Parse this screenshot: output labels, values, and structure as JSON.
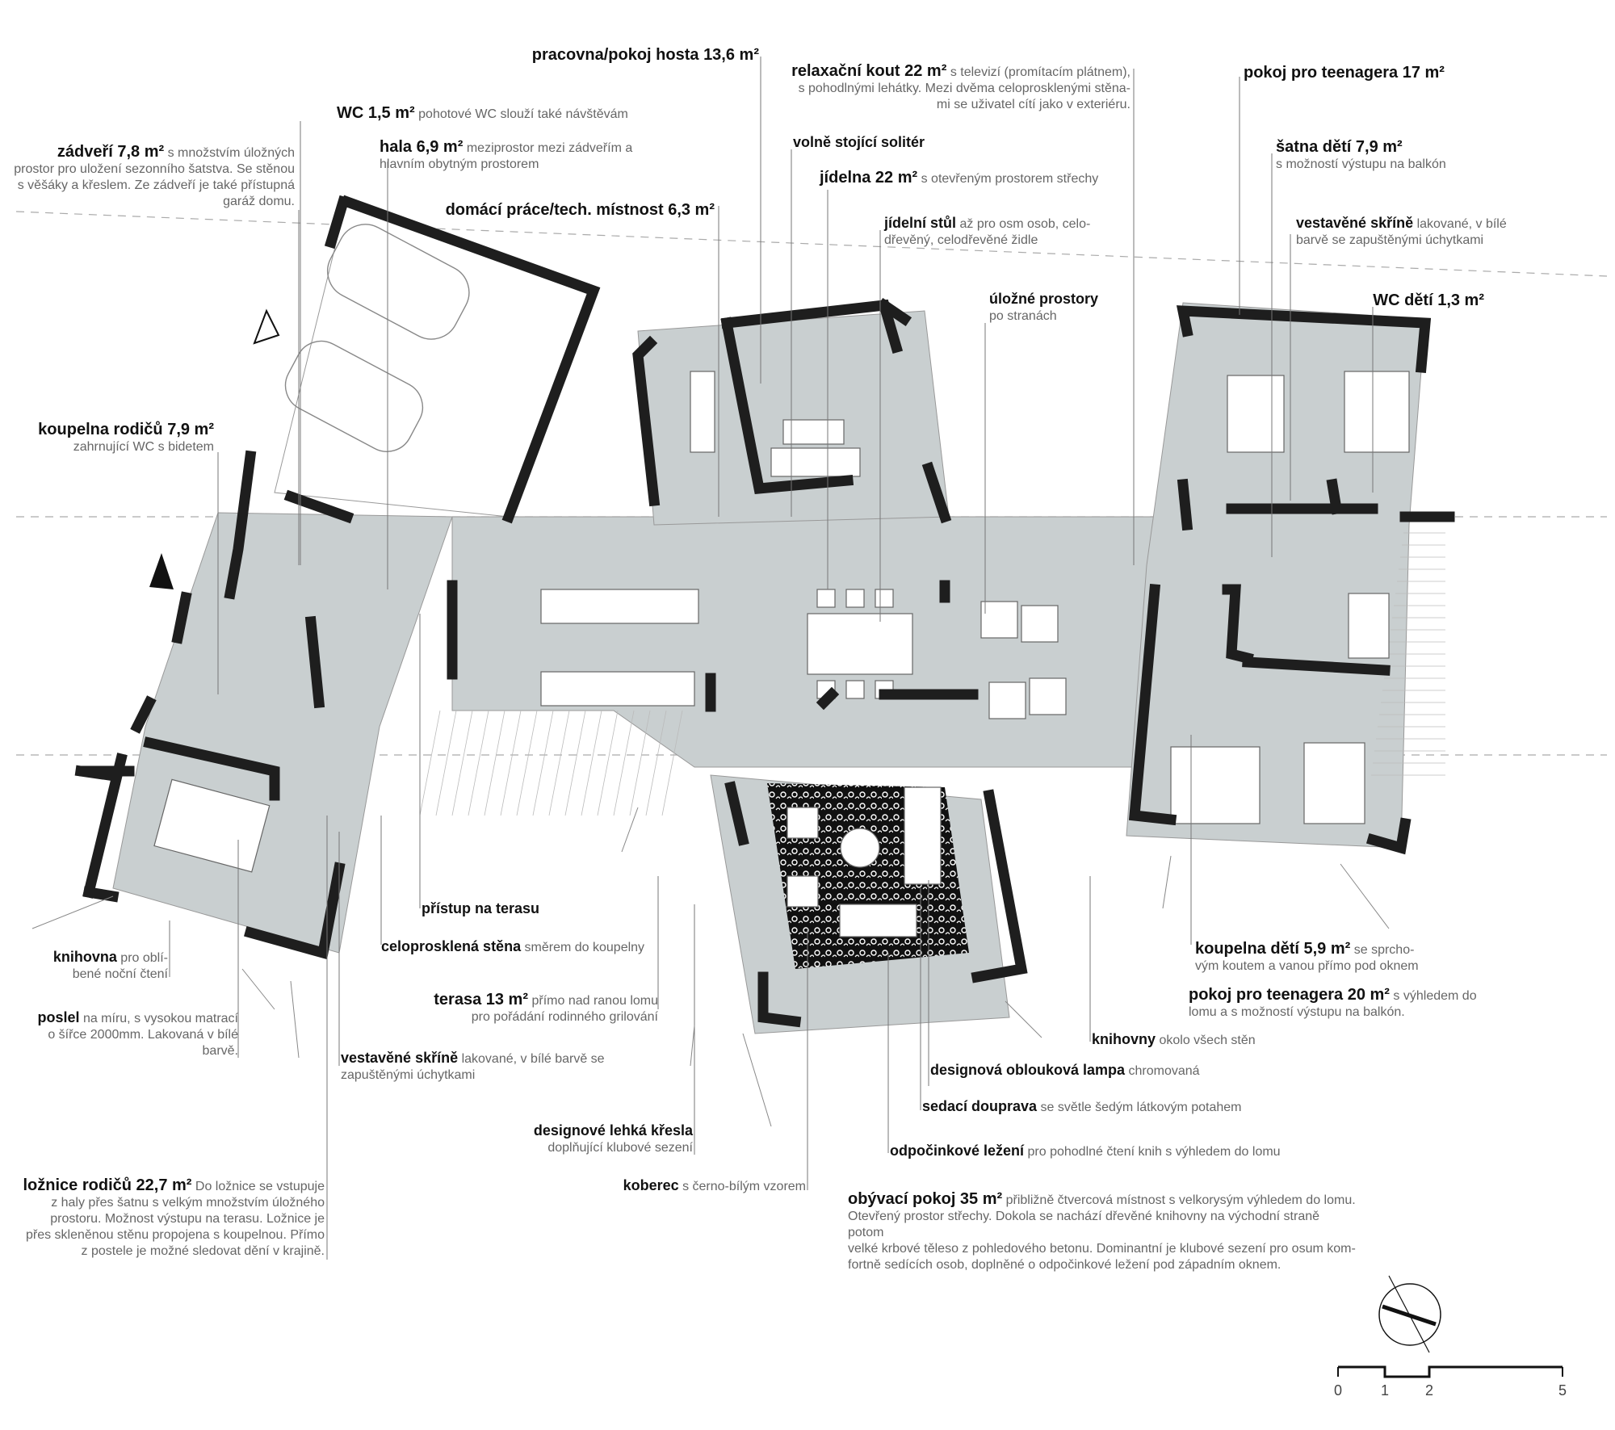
{
  "rooms": {
    "pracovna": {
      "title": "pracovna/pokoj hosta 13,6 m²",
      "desc": ""
    },
    "relax": {
      "title": "relaxační kout 22 m²",
      "desc": "s televizí  (promítacím plátnem),",
      "desc2": "s pohodlnými lehátky. Mezi dvěma celoprosklenými stěna-",
      "desc3": "mi se uživatel cítí jako v exteriéru."
    },
    "teen17": {
      "title": "pokoj pro teenagera 17 m²",
      "desc": ""
    },
    "wc15": {
      "title": "WC 1,5 m²",
      "desc": "pohotové WC slouží také návštěvám"
    },
    "zadveri": {
      "title": "zádveří 7,8 m²",
      "desc1": "s množstvím úložných",
      "desc2": "prostor pro uložení sezonního šatstva. Se stěnou",
      "desc3": "s věšáky a křeslem. Ze zádveří je také přístupná",
      "desc4": "garáž domu."
    },
    "hala": {
      "title": "hala 6,9 m²",
      "desc1": "meziprostor mezi zádveřím a",
      "desc2": "hlavním obytným prostorem"
    },
    "solit": {
      "title": "volně stojící solitér"
    },
    "satna": {
      "title": "šatna dětí 7,9 m²",
      "desc": "s možností výstupu na balkón"
    },
    "jidelna": {
      "title": "jídelna 22 m²",
      "desc": "s otevřeným prostorem střechy"
    },
    "dompr": {
      "title": "domácí práce/tech. místnost 6,3 m²"
    },
    "stul": {
      "title": "jídelní stůl",
      "desc1": "až pro osm osob, celo-",
      "desc2": "dřevěný, celodřevěné židle"
    },
    "skrine1": {
      "title": "vestavěné skříně",
      "desc1": "lakované, v bílé",
      "desc2": "barvě se zapuštěnými úchytkami"
    },
    "ulozne": {
      "title": "úložné prostory",
      "desc": "po stranách"
    },
    "wcdeti": {
      "title": "WC dětí 1,3 m²"
    },
    "koupelnarod": {
      "title": "koupelna rodičů 7,9 m²",
      "desc": "zahrnující WC s bidetem"
    },
    "pristup": {
      "title": "přístup na terasu"
    },
    "celoprosklena": {
      "title": "celoprosklená stěna",
      "desc": "směrem do koupelny"
    },
    "knihovna": {
      "title": "knihovna",
      "desc1": "pro oblí-",
      "desc2": "bené noční čtení"
    },
    "koupelnadeti": {
      "title": "koupelna dětí 5,9 m²",
      "desc1": "se sprcho-",
      "desc2": "vým koutem a vanou přímo pod oknem"
    },
    "teen20": {
      "title": "pokoj pro teenagera 20 m²",
      "desc1": "s výhledem do",
      "desc2": "lomu a s možností výstupu na balkón."
    },
    "terasa": {
      "title": "terasa 13 m²",
      "desc1": "přímo nad ranou lomu",
      "desc2": "pro pořádání rodinného grilování"
    },
    "postel": {
      "title": "poslel",
      "desc1": "na míru, s vysokou matrací",
      "desc2": "o šířce 2000mm. Lakovaná v bílé",
      "desc3": "barvě."
    },
    "knihovny": {
      "title": "knihovny",
      "desc": "okolo všech stěn"
    },
    "skrine2": {
      "title": "vestavěné skříně",
      "desc1": "lakované, v bílé barvě se",
      "desc2": "zapuštěnými úchytkami"
    },
    "lampa": {
      "title": "designová oblouková lampa",
      "desc": "chromovaná"
    },
    "sedaci": {
      "title": "sedací doupravа",
      "desc": "se světle šedým látkovým potahem"
    },
    "kresla": {
      "title": "designové lehká křesla",
      "desc": "doplňující klubové sezení"
    },
    "lezeni": {
      "title": "odpočinkové ležení",
      "desc": "pro pohodlné čtení knih s výhledem do lomu"
    },
    "koberec": {
      "title": "koberec",
      "desc": "s černo-bílým vzorem"
    },
    "loznice": {
      "title": "ložnice rodičů 22,7 m²",
      "desc1": "Do ložnice se vstupuje",
      "desc2": "z haly přes šatnu s velkým množstvím úložného",
      "desc3": "prostoru. Možnost výstupu na terasu. Ložnice je",
      "desc4": "přes skleněnou stěnu propojena s koupelnou. Přímo",
      "desc5": "z postele je možné sledovat dění v krajině."
    },
    "obyvaci": {
      "title": "obývací pokoj 35 m²",
      "desc1": "přibližně čtvercová místnost s velkorysým výhledem do lomu.",
      "desc2": "Otevřený prostor střechy. Dokola se nachází dřevěné knihovny na východní straně potom",
      "desc3": "velké krbové těleso z pohledového betonu. Dominantní je klubové sezení pro osum kom-",
      "desc4": "fortně sedících osob, doplněné o odpočinkové ležení pod západním oknem."
    }
  },
  "scale": {
    "ticks": [
      "0",
      "1",
      "2",
      "5"
    ]
  },
  "colors": {
    "floor": "#c9cfd0",
    "wall": "#1e1e1e",
    "line": "#777777",
    "text_grey": "#666666"
  }
}
